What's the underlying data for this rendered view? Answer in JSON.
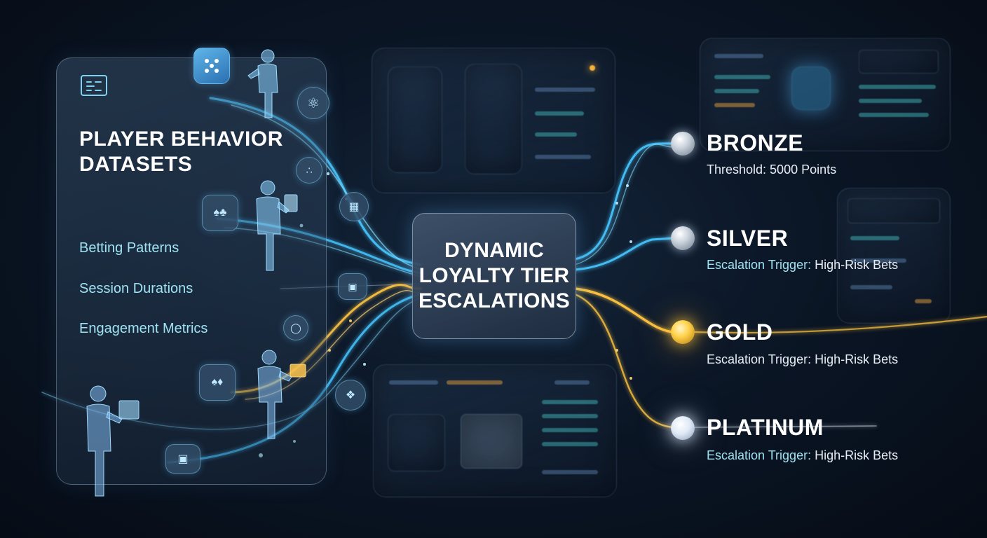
{
  "left_panel": {
    "title": "PLAYER BEHAVIOR DATASETS",
    "metrics": [
      "Betting Patterns",
      "Session Durations",
      "Engagement Metrics"
    ]
  },
  "center": {
    "title": "DYNAMIC LOYALTY TIER ESCALATIONS"
  },
  "tiers": [
    {
      "name": "BRONZE",
      "detail_key": "Threshold:",
      "detail_value": " 5000 Points",
      "key_highlight": false
    },
    {
      "name": "SILVER",
      "detail_key": "Escalation Trigger:",
      "detail_value": " High-Risk Bets",
      "key_highlight": true
    },
    {
      "name": "GOLD",
      "detail_key": "Escalation Trigger:",
      "detail_value": " High-Risk Bets",
      "key_highlight": false
    },
    {
      "name": "PLATINUM",
      "detail_key": "Escalation Trigger:",
      "detail_value": " High-Risk Bets",
      "key_highlight": true
    }
  ],
  "icons": {
    "dice": "dice-icon",
    "chip": "poker-chip-icon",
    "cards": "playing-cards-icon",
    "slot": "slot-machine-icon",
    "coin": "coin-icon"
  },
  "colors": {
    "blue_flow": "#47c6ff",
    "gold_flow": "#ffc440",
    "accent_text": "#9fe3f2"
  }
}
